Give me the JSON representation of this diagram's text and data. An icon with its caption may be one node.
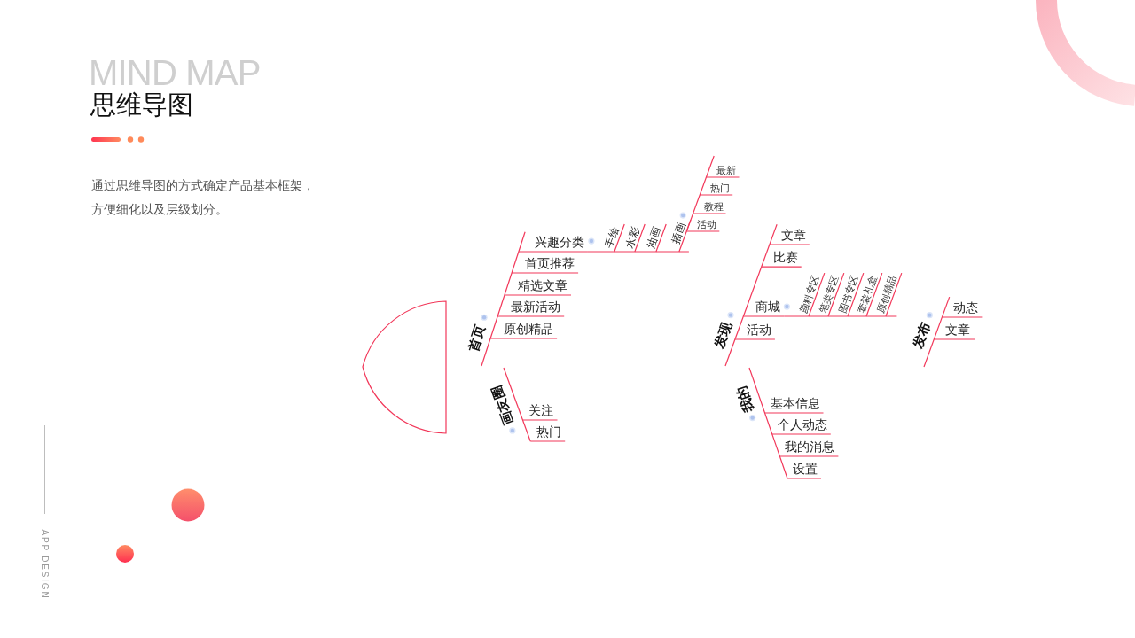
{
  "diagram": {
    "title": "思维导图",
    "nodes": [
      {
        "text": [],
        "shape": "semicircle"
      },
      {
        "text": [
          "首页"
        ]
      },
      {
        "text": [
          "兴趣分类"
        ]
      },
      {
        "text": [
          "首页推荐"
        ]
      },
      {
        "text": [
          "精选文章"
        ]
      },
      {
        "text": [
          "最新活动"
        ]
      },
      {
        "text": [
          "原创精品"
        ]
      },
      {
        "text": [
          "手绘"
        ]
      },
      {
        "text": [
          "水彩"
        ]
      },
      {
        "text": [
          "油画"
        ]
      },
      {
        "text": [
          "插画"
        ]
      },
      {
        "text": [
          "最新"
        ]
      },
      {
        "text": [
          "热门"
        ]
      },
      {
        "text": [
          "教程"
        ]
      },
      {
        "text": [
          "活动"
        ]
      },
      {
        "text": [
          "画友圈"
        ]
      },
      {
        "text": [
          "关注"
        ]
      },
      {
        "text": [
          "热门"
        ]
      },
      {
        "text": [
          "发现"
        ]
      },
      {
        "text": [
          "文章"
        ]
      },
      {
        "text": [
          "比赛"
        ]
      },
      {
        "text": [
          "商城"
        ]
      },
      {
        "text": [
          "活动"
        ]
      },
      {
        "text": [
          "颜料专区"
        ]
      },
      {
        "text": [
          "笔类专区"
        ]
      },
      {
        "text": [
          "图书专区"
        ]
      },
      {
        "text": [
          "套装礼盒"
        ]
      },
      {
        "text": [
          "原创精品"
        ]
      },
      {
        "text": [
          "我的"
        ]
      },
      {
        "text": [
          "基本信息"
        ]
      },
      {
        "text": [
          "个人动态"
        ]
      },
      {
        "text": [
          "我的消息"
        ]
      },
      {
        "text": [
          "设置"
        ]
      },
      {
        "text": [
          "发布"
        ]
      },
      {
        "text": [
          "动态"
        ]
      },
      {
        "text": [
          "文章"
        ]
      }
    ],
    "edges": [
      {
        "from": 1,
        "to": 2,
        "arrow": "none"
      },
      {
        "from": 1,
        "to": 3,
        "arrow": "none"
      },
      {
        "from": 1,
        "to": 4,
        "arrow": "none"
      },
      {
        "from": 1,
        "to": 5,
        "arrow": "none"
      },
      {
        "from": 1,
        "to": 6,
        "arrow": "none"
      },
      {
        "from": 2,
        "to": 7,
        "arrow": "none"
      },
      {
        "from": 2,
        "to": 8,
        "arrow": "none"
      },
      {
        "from": 2,
        "to": 9,
        "arrow": "none"
      },
      {
        "from": 2,
        "to": 10,
        "arrow": "none"
      },
      {
        "from": 10,
        "to": 11,
        "arrow": "none"
      },
      {
        "from": 10,
        "to": 12,
        "arrow": "none"
      },
      {
        "from": 10,
        "to": 13,
        "arrow": "none"
      },
      {
        "from": 10,
        "to": 14,
        "arrow": "none"
      },
      {
        "from": 15,
        "to": 16,
        "arrow": "none"
      },
      {
        "from": 15,
        "to": 17,
        "arrow": "none"
      },
      {
        "from": 18,
        "to": 19,
        "arrow": "none"
      },
      {
        "from": 18,
        "to": 20,
        "arrow": "none"
      },
      {
        "from": 18,
        "to": 21,
        "arrow": "none"
      },
      {
        "from": 18,
        "to": 22,
        "arrow": "none"
      },
      {
        "from": 21,
        "to": 23,
        "arrow": "none"
      },
      {
        "from": 21,
        "to": 24,
        "arrow": "none"
      },
      {
        "from": 21,
        "to": 25,
        "arrow": "none"
      },
      {
        "from": 21,
        "to": 26,
        "arrow": "none"
      },
      {
        "from": 21,
        "to": 27,
        "arrow": "none"
      },
      {
        "from": 28,
        "to": 29,
        "arrow": "none"
      },
      {
        "from": 28,
        "to": 30,
        "arrow": "none"
      },
      {
        "from": 28,
        "to": 31,
        "arrow": "none"
      },
      {
        "from": 28,
        "to": 32,
        "arrow": "none"
      },
      {
        "from": 33,
        "to": 34,
        "arrow": "none"
      },
      {
        "from": 33,
        "to": 35,
        "arrow": "none"
      }
    ],
    "labels": [
      "MIND MAP",
      "通过思维导图的方式确定产品基本框架，方便细化以及层级划分。",
      "APP DESIGN"
    ]
  }
}
